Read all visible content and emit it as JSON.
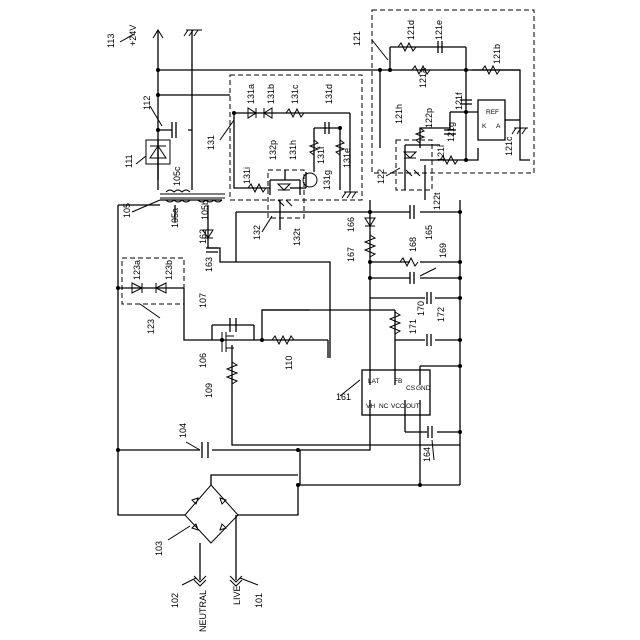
{
  "rails": {
    "supply_label": "+24V"
  },
  "inputs": {
    "neutral": "NEUTRAL",
    "live": "LIVE"
  },
  "ic": {
    "ref": "161",
    "pins": {
      "lat": "LAT",
      "fb": "FB",
      "vh": "VH",
      "nc": "NC",
      "vcc": "VCC",
      "cs": "CS",
      "out": "OUT",
      "gnd": "GND"
    }
  },
  "regulator_pins": {
    "k": "K",
    "ref": "REF",
    "a": "A"
  },
  "refs": {
    "r101": "101",
    "r102": "102",
    "r103": "103",
    "r104": "104",
    "r105": "105",
    "r105a": "105a",
    "r105b": "105b",
    "r105c": "105c",
    "r106": "106",
    "r107": "107",
    "r109": "109",
    "r110": "110",
    "r111": "111",
    "r112": "112",
    "r113": "113",
    "r121": "121",
    "r121a": "121a",
    "r121b": "121b",
    "r121c": "121c",
    "r121d": "121d",
    "r121e": "121e",
    "r121f": "121f",
    "r121g": "121g",
    "r121h": "121h",
    "r121i": "121i",
    "r122": "122",
    "r122p": "122p",
    "r122t": "122t",
    "r123": "123",
    "r123a": "123a",
    "r123b": "123b",
    "r131": "131",
    "r131a": "131a",
    "r131b": "131b",
    "r131c": "131c",
    "r131d": "131d",
    "r131e": "131e",
    "r131f": "131f",
    "r131g": "131g",
    "r131h": "131h",
    "r131i": "131i",
    "r132": "132",
    "r132p": "132p",
    "r132t": "132t",
    "r162": "162",
    "r163": "163",
    "r164": "164",
    "r165": "165",
    "r166": "166",
    "r167": "167",
    "r168": "168",
    "r169": "169",
    "r170": "170",
    "r171": "171",
    "r172": "172"
  }
}
